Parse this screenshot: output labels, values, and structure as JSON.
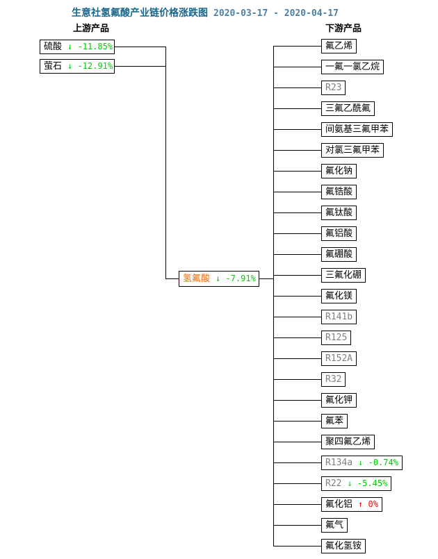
{
  "title": "生意社氢氟酸产业链价格涨跌图",
  "date_range": "2020-03-17 - 2020-04-17",
  "headers": {
    "upstream": "上游产品",
    "downstream": "下游产品"
  },
  "colors": {
    "title_teal": "#17688C",
    "date_blue": "#4B7FA5",
    "down_green": "#00CC00",
    "up_red": "#FF0000",
    "center_orange": "#FF6600",
    "r_code_gray": "#808080",
    "line_black": "#000000",
    "background": "#FFFFFF"
  },
  "center": {
    "name": "氢氟酸",
    "change": "↓ -7.91%",
    "direction": "down"
  },
  "upstream": [
    {
      "name": "硫酸",
      "change": "↓ -11.85%",
      "direction": "down"
    },
    {
      "name": "萤石",
      "change": "↓ -12.91%",
      "direction": "down"
    }
  ],
  "downstream": [
    {
      "name": "氟乙烯"
    },
    {
      "name": "一氟一氯乙烷"
    },
    {
      "name": "R23"
    },
    {
      "name": "三氟乙酰氟"
    },
    {
      "name": "间氨基三氟甲苯"
    },
    {
      "name": "对氯三氟甲苯"
    },
    {
      "name": "氟化钠"
    },
    {
      "name": "氟锆酸"
    },
    {
      "name": "氟钛酸"
    },
    {
      "name": "氟铝酸"
    },
    {
      "name": "氟硼酸"
    },
    {
      "name": "三氟化硼"
    },
    {
      "name": "氟化镁"
    },
    {
      "name": "R141b"
    },
    {
      "name": "R125"
    },
    {
      "name": "R152A"
    },
    {
      "name": "R32"
    },
    {
      "name": "氟化钾"
    },
    {
      "name": "氟苯"
    },
    {
      "name": "聚四氟乙烯"
    },
    {
      "name": "R134a",
      "change": "↓ -0.74%",
      "direction": "down"
    },
    {
      "name": "R22",
      "change": "↓ -5.45%",
      "direction": "down"
    },
    {
      "name": "氟化铝",
      "change": "↑ 0%",
      "direction": "up"
    },
    {
      "name": "氟气"
    },
    {
      "name": "氟化氢铵"
    }
  ]
}
